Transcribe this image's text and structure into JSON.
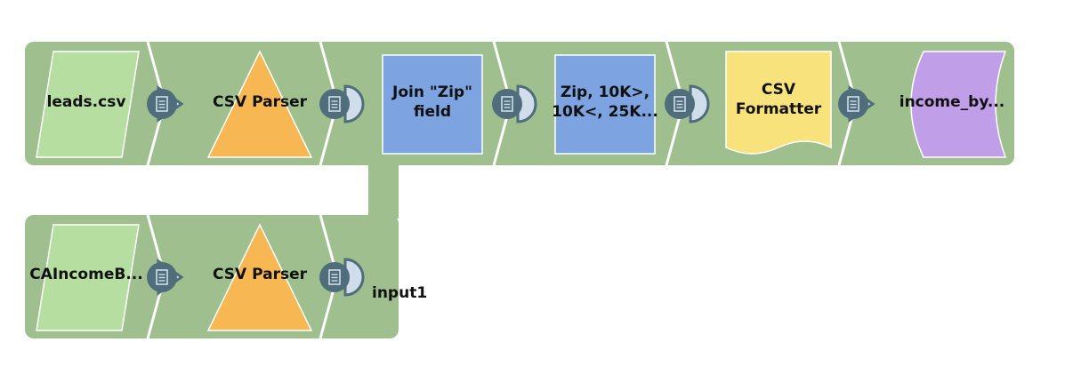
{
  "colors": {
    "track": "#9fc08e",
    "track_edge": "#ffffff",
    "reader": "#b5dea0",
    "parser": "#f7b752",
    "transform": "#7da3e0",
    "formatter": "#f8e27c",
    "writer": "#c09ee8",
    "port": "#4f6d7a",
    "port_light": "#cfdeea"
  },
  "pipeline": {
    "top_row": {
      "reader_label": "leads.csv",
      "parser_label": "CSV Parser",
      "join_label_line1": "Join \"Zip\"",
      "join_label_line2": "field",
      "mapper_label_line1": "Zip, 10K>,",
      "mapper_label_line2": "10K<, 25K...",
      "formatter_label_line1": "CSV",
      "formatter_label_line2": "Formatter",
      "writer_label": "income_by..."
    },
    "bottom_row": {
      "reader_label": "CAIncomeB...",
      "parser_label": "CSV Parser",
      "output_view_label": "input1"
    }
  }
}
